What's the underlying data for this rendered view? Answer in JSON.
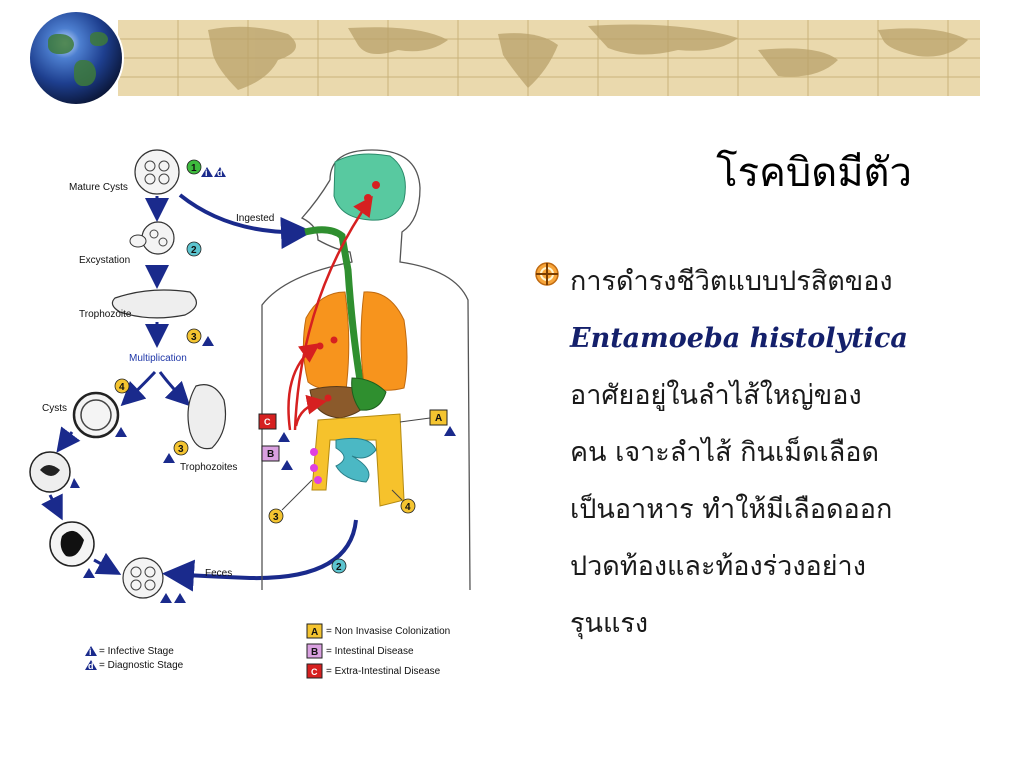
{
  "slide": {
    "title": "โรคบิดมีตัว",
    "bullet_lines": [
      "การดำรงชีวิตแบบปรสิตของ",
      "Entamoeba histolytica",
      "อาศัยอยู่ในลำไส้ใหญ่ของ",
      "คน เจาะลำไส้ กินเม็ดเลือด",
      "เป็นอาหาร ทำให้มีเลือดออก",
      "ปวดท้องและท้องร่วงอย่าง",
      "รุนแรง"
    ]
  },
  "diagram": {
    "stages": {
      "mature_cysts": "Mature Cysts",
      "excystation": "Excystation",
      "trophozoite": "Trophozoite",
      "multiplication": "Multiplication",
      "cysts": "Cysts",
      "trophozoites": "Trophozoites",
      "ingested": "Ingested",
      "feces": "Feces"
    },
    "numbers": [
      "1",
      "2",
      "3",
      "4"
    ],
    "badges": {
      "infective": "i",
      "diagnostic": "d"
    },
    "site_letters": [
      "A",
      "B",
      "C"
    ],
    "key_stages": [
      {
        "symbol": "i",
        "label": "= Infective Stage"
      },
      {
        "symbol": "d",
        "label": "= Diagnostic Stage"
      }
    ],
    "key_disease": [
      {
        "letter": "A",
        "label": "= Non Invasise Colonization",
        "color": "#f4c430"
      },
      {
        "letter": "B",
        "label": "= Intestinal Disease",
        "color": "#d9a0e0"
      },
      {
        "letter": "C",
        "label": "= Extra-Intestinal Disease",
        "color": "#d62020"
      }
    ],
    "colors": {
      "arrow_blue": "#1a2a8c",
      "green_badge": "#3dbb3d",
      "teal_badge": "#5cc4cf",
      "yellow_badge": "#f4c430",
      "brain": "#58c9a0",
      "lungs": "#f7941d",
      "liver": "#8b5a2b",
      "colon": "#f6c22c",
      "small_intestine": "#4bb8c4",
      "esophagus": "#2f8f2f",
      "invasion_red": "#d62020"
    }
  }
}
